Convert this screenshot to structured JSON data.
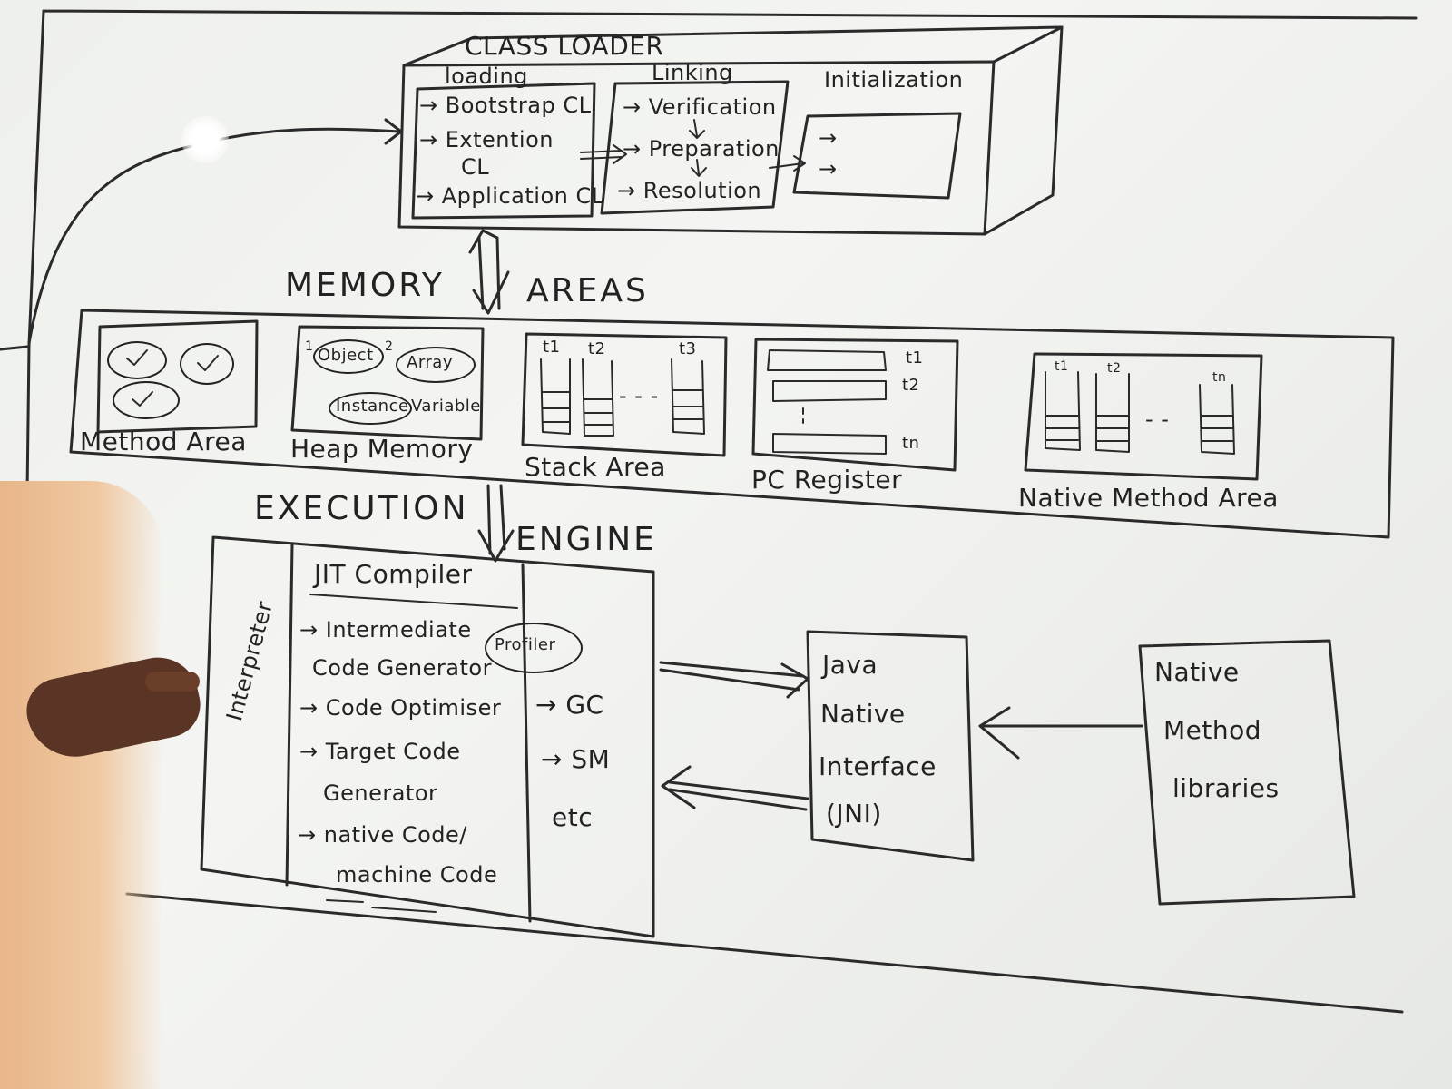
{
  "class_loader": {
    "title": "CLASS LOADER",
    "loading": {
      "heading": "loading",
      "items": [
        "→ Bootstrap CL",
        "→ Extention",
        "CL",
        "→ Application CL"
      ]
    },
    "linking": {
      "heading": "Linking",
      "items": [
        "→ Verification",
        "→ Preparation",
        "→ Resolution"
      ]
    },
    "initialization": {
      "heading": "Initialization",
      "arrows": [
        "→",
        "→"
      ]
    }
  },
  "memory_areas": {
    "label_left": "MEMORY",
    "label_right": "AREAS",
    "method_area": {
      "label": "Method Area"
    },
    "heap": {
      "label": "Heap Memory",
      "items": [
        "Object",
        "Array",
        "Instance",
        "Variable"
      ],
      "marks": [
        "1",
        "2"
      ]
    },
    "stack": {
      "label": "Stack Area",
      "threads": [
        "t1",
        "t2",
        "t3"
      ],
      "dots": "- - -"
    },
    "pc_register": {
      "label": "PC Register",
      "threads": [
        "t1",
        "t2",
        "tn"
      ]
    },
    "native_method_area": {
      "label": "Native Method Area",
      "threads": [
        "t1",
        "t2",
        "tn"
      ],
      "dots": "- -"
    }
  },
  "execution_engine": {
    "label_left": "EXECUTION",
    "label_right": "ENGINE",
    "interpreter": "Interpreter",
    "jit": {
      "title": "JIT Compiler",
      "items": [
        "→ Intermediate",
        "Code Generator",
        "→ Code Optimiser",
        "→ Target Code",
        "Generator",
        "→ native Code/",
        "machine Code"
      ],
      "profiler": "Profiler"
    },
    "others": [
      "→ GC",
      "→ SM",
      "etc"
    ]
  },
  "jni": {
    "lines": [
      "Java",
      "Native",
      "Interface",
      "(JNI)"
    ]
  },
  "native_libs": {
    "lines": [
      "Native",
      "Method",
      "libraries"
    ]
  }
}
